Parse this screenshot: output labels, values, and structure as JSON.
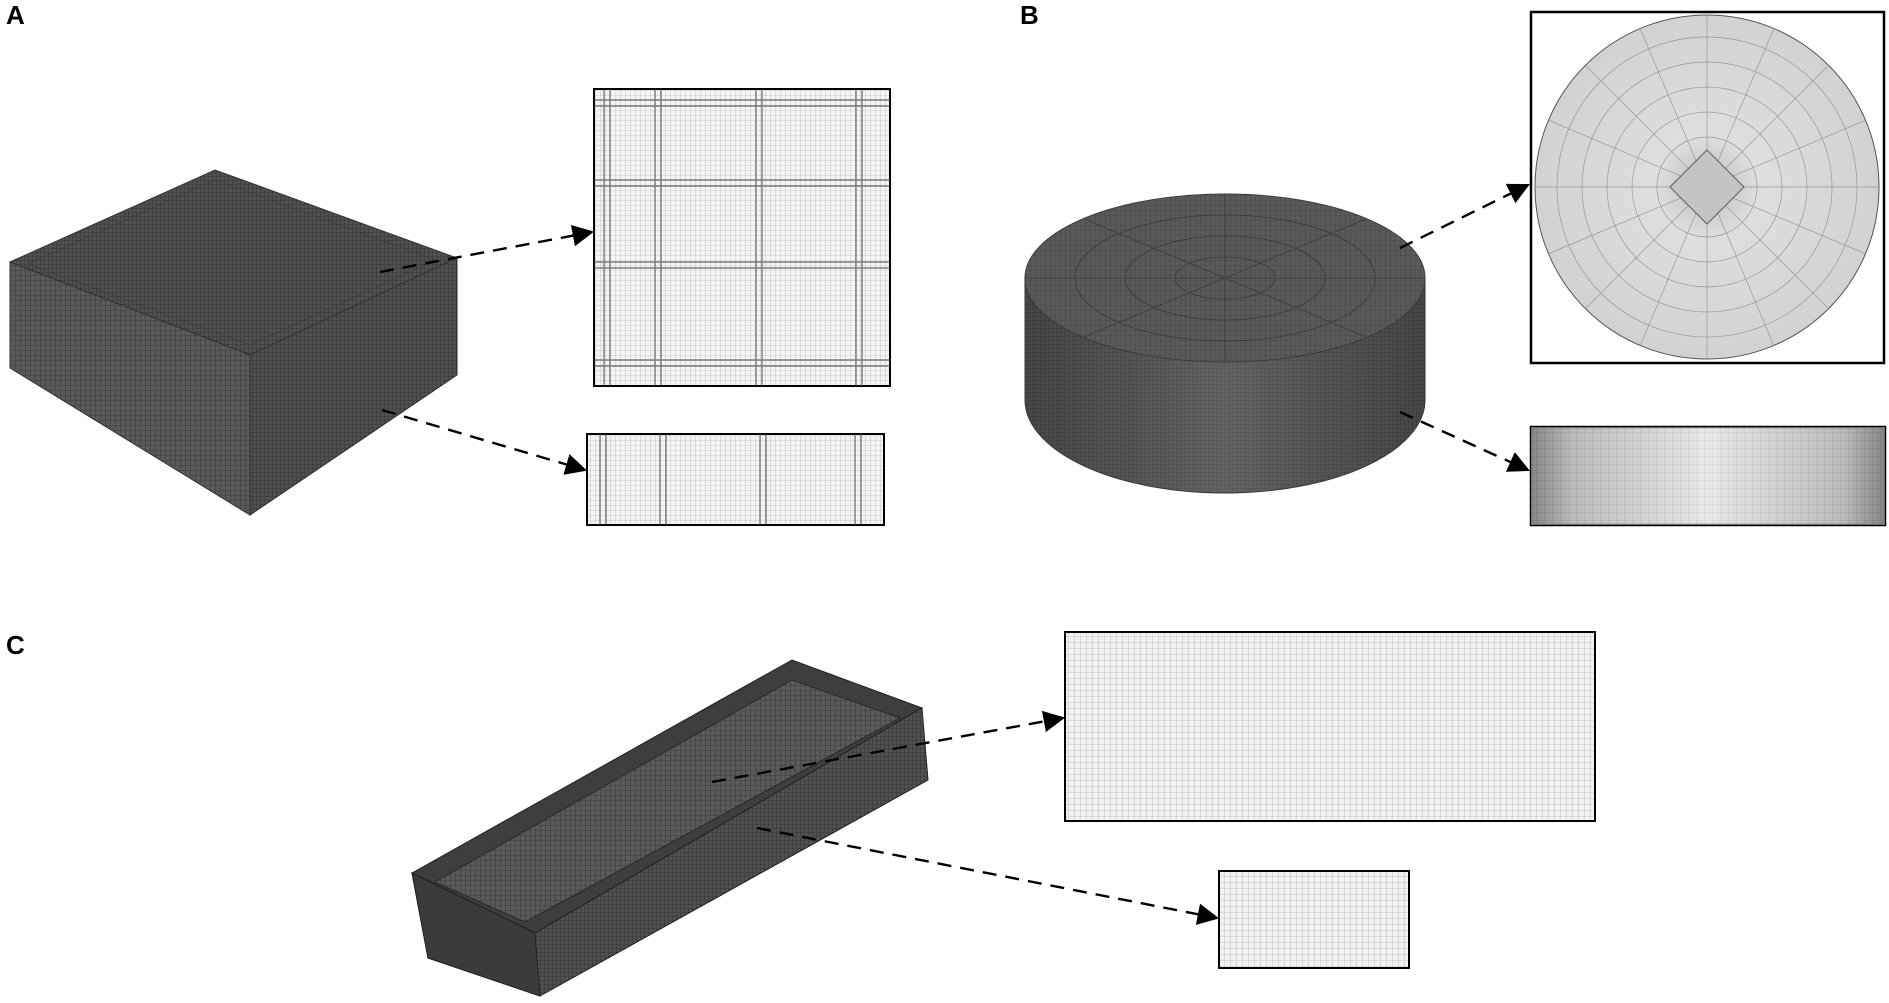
{
  "figure": {
    "panels": [
      {
        "id": "A",
        "label": "A"
      },
      {
        "id": "B",
        "label": "B"
      },
      {
        "id": "C",
        "label": "C"
      }
    ]
  },
  "colors": {
    "mesh_dark": "#4a4a4a",
    "mesh_mid": "#6e6e6e",
    "mesh_light": "#eeeeee",
    "mesh_line": "#888888",
    "outline": "#000000",
    "background": "#ffffff"
  }
}
